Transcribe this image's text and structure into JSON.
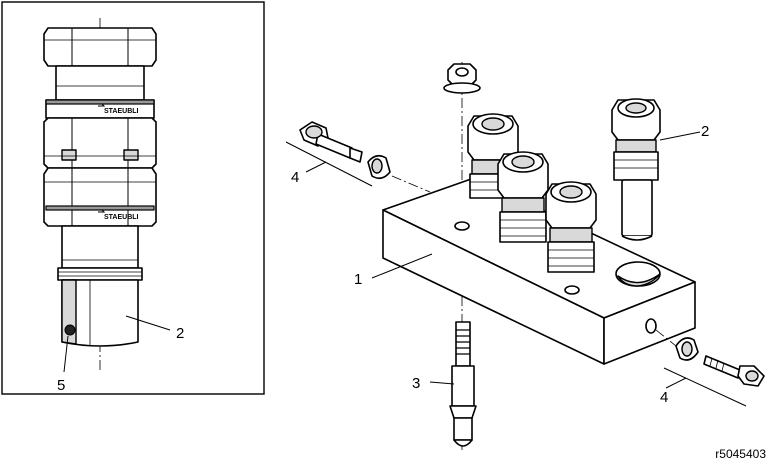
{
  "diagram": {
    "callouts": {
      "detail_part": "2",
      "detail_o_ring": "5",
      "manifold_block": "1",
      "coupling": "2",
      "stud": "3",
      "bolt_spacer_upper": "4",
      "bolt_spacer_lower": "4"
    },
    "brand_marks": [
      "STAEUBLI",
      "STAEUBLI"
    ],
    "figure_reference": "r5045403"
  }
}
